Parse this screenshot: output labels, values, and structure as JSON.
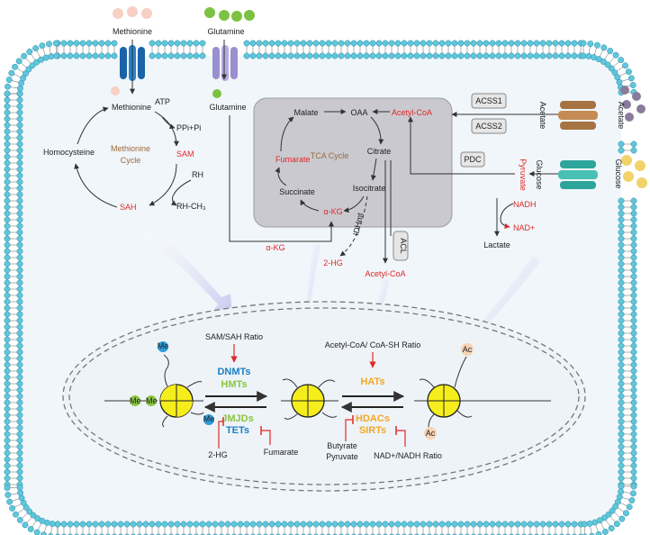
{
  "outside": {
    "methionine": "Methionine",
    "glutamine": "Glutamine",
    "acetate": "Acetate",
    "glucose": "Glucose"
  },
  "methionine_cycle": {
    "methionine": "Methionine",
    "atp": "ATP",
    "ppi_pi": "PPi+Pi",
    "sam": "SAM",
    "rh": "RH",
    "rh_ch3": "RH-CH₃",
    "sah": "SAH",
    "homocysteine": "Homocysteine",
    "cycle_line1": "Methionine",
    "cycle_line2": "Cycle"
  },
  "tca": {
    "glutamine": "Glutamine",
    "malate": "Malate",
    "oaa": "OAA",
    "acetyl_coa": "Acetyl-CoA",
    "citrate": "Citrate",
    "fumarate": "Fumarate",
    "tca_cycle": "TCA Cycle",
    "succinate": "Succinate",
    "isocitrate": "Isocitrate",
    "akg": "α-KG",
    "akg_input": "α-KG",
    "idhm": "IDHmt",
    "two_hg": "2-HG",
    "acl": "ACL",
    "acetyl_coa_out": "Acetyl-CoA"
  },
  "enzymes": {
    "acss1": "ACSS1",
    "acss2": "ACSS2",
    "pdc": "PDC",
    "acetate_inner": "Acetate",
    "glucose_inner": "Glucose",
    "pyruvate": "Pyruvate",
    "nadh": "NADH",
    "nad_plus": "NAD+",
    "lactate": "Lactate"
  },
  "nucleus": {
    "sam_sah_ratio": "SAM/SAH Ratio",
    "acetyl_ratio": "Acetyl-CoA/ CoA-SH Ratio",
    "dnmts": "DNMTs",
    "hmts": "HMTs",
    "hats": "HATs",
    "jmjds": "JMJDs",
    "tets": "TETs",
    "hdacs": "HDACs",
    "sirts": "SIRTs",
    "two_hg": "2-HG",
    "fumarate": "Fumarate",
    "butyrate": "Butyrate",
    "pyruvate": "Pyruvate",
    "nad_ratio": "NAD+/NADH Ratio",
    "me": "Me",
    "ac": "Ac"
  },
  "colors": {
    "red": "#e02828",
    "blue": "#1d7fc2",
    "green": "#8bc540",
    "orange": "#f0a828",
    "membrane": "#5fc7dc"
  }
}
